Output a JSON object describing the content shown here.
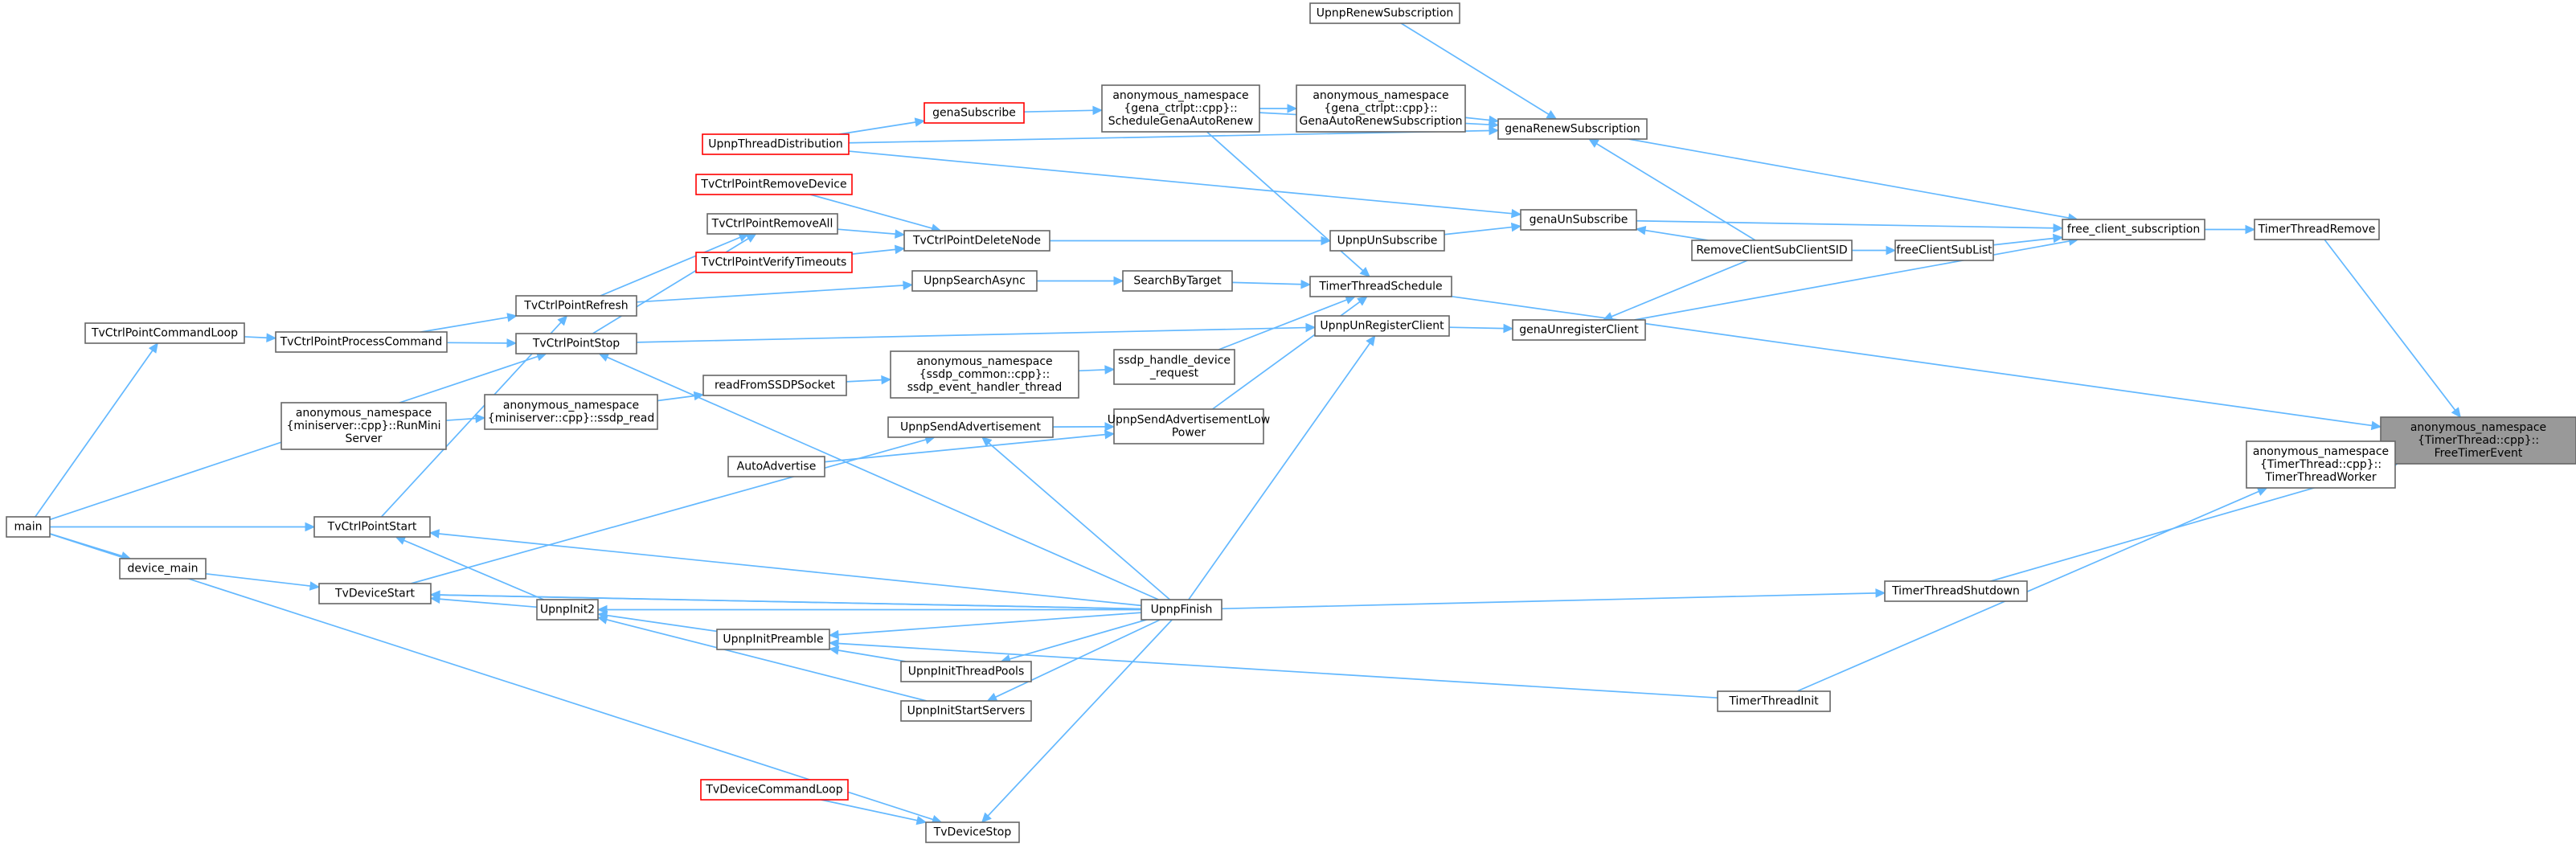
{
  "nodes": [
    {
      "id": "root",
      "lines": [
        "anonymous_namespace",
        "{TimerThread::cpp}::",
        "FreeTimerEvent"
      ],
      "style": "root"
    },
    {
      "id": "ttr",
      "lines": [
        "TimerThreadRemove"
      ]
    },
    {
      "id": "ttw",
      "lines": [
        "anonymous_namespace",
        "{TimerThread::cpp}::",
        "TimerThreadWorker"
      ]
    },
    {
      "id": "tts",
      "lines": [
        "TimerThreadShutdown"
      ]
    },
    {
      "id": "ttsched",
      "lines": [
        "TimerThreadSchedule"
      ]
    },
    {
      "id": "fcs",
      "lines": [
        "free_client_subscription"
      ]
    },
    {
      "id": "tti",
      "lines": [
        "TimerThreadInit"
      ]
    },
    {
      "id": "upfin",
      "lines": [
        "UpnpFinish"
      ]
    },
    {
      "id": "grs",
      "lines": [
        "genaRenewSubscription"
      ]
    },
    {
      "id": "gus",
      "lines": [
        "genaUnSubscribe"
      ]
    },
    {
      "id": "fcsl",
      "lines": [
        "freeClientSubList"
      ]
    },
    {
      "id": "guc",
      "lines": [
        "genaUnregisterClient"
      ]
    },
    {
      "id": "rcsc",
      "lines": [
        "RemoveClientSubClientSID"
      ]
    },
    {
      "id": "urs",
      "lines": [
        "UpnpRenewSubscription"
      ]
    },
    {
      "id": "garenew",
      "lines": [
        "anonymous_namespace",
        "{gena_ctrlpt::cpp}::",
        "GenaAutoRenewSubscription"
      ]
    },
    {
      "id": "sgar",
      "lines": [
        "anonymous_namespace",
        "{gena_ctrlpt::cpp}::",
        "ScheduleGenaAutoRenew"
      ]
    },
    {
      "id": "upd",
      "lines": [
        "UpnpThreadDistribution"
      ],
      "style": "red"
    },
    {
      "id": "gsub",
      "lines": [
        "genaSubscribe"
      ],
      "style": "red"
    },
    {
      "id": "uuns",
      "lines": [
        "UpnpUnSubscribe"
      ]
    },
    {
      "id": "uurc",
      "lines": [
        "UpnpUnRegisterClient"
      ]
    },
    {
      "id": "sbt",
      "lines": [
        "SearchByTarget"
      ]
    },
    {
      "id": "ssdpreq",
      "lines": [
        "ssdp_handle_device",
        "_request"
      ]
    },
    {
      "id": "usalp",
      "lines": [
        "UpnpSendAdvertisementLow",
        "Power"
      ]
    },
    {
      "id": "tcdn",
      "lines": [
        "TvCtrlPointDeleteNode"
      ]
    },
    {
      "id": "usa",
      "lines": [
        "UpnpSearchAsync"
      ]
    },
    {
      "id": "ssdpeh",
      "lines": [
        "anonymous_namespace",
        "{ssdp_common::cpp}::",
        "ssdp_event_handler_thread"
      ]
    },
    {
      "id": "usadv",
      "lines": [
        "UpnpSendAdvertisement"
      ]
    },
    {
      "id": "autoadv",
      "lines": [
        "AutoAdvertise"
      ]
    },
    {
      "id": "tcprd",
      "lines": [
        "TvCtrlPointRemoveDevice"
      ],
      "style": "red"
    },
    {
      "id": "tcpra",
      "lines": [
        "TvCtrlPointRemoveAll"
      ]
    },
    {
      "id": "tcpvt",
      "lines": [
        "TvCtrlPointVerifyTimeouts"
      ],
      "style": "red"
    },
    {
      "id": "rfss",
      "lines": [
        "readFromSSDPSocket"
      ]
    },
    {
      "id": "ssdpread",
      "lines": [
        "anonymous_namespace",
        "{miniserver::cpp}::ssdp_read"
      ]
    },
    {
      "id": "tcpref",
      "lines": [
        "TvCtrlPointRefresh"
      ]
    },
    {
      "id": "tcpstop",
      "lines": [
        "TvCtrlPointStop"
      ]
    },
    {
      "id": "tcppc",
      "lines": [
        "TvCtrlPointProcessCommand"
      ]
    },
    {
      "id": "tcpcl",
      "lines": [
        "TvCtrlPointCommandLoop"
      ]
    },
    {
      "id": "runmini",
      "lines": [
        "anonymous_namespace",
        "{miniserver::cpp}::RunMini",
        "Server"
      ]
    },
    {
      "id": "main",
      "lines": [
        "main"
      ]
    },
    {
      "id": "tcpstart",
      "lines": [
        "TvCtrlPointStart"
      ]
    },
    {
      "id": "devmain",
      "lines": [
        "device_main"
      ]
    },
    {
      "id": "tvds",
      "lines": [
        "TvDeviceStart"
      ]
    },
    {
      "id": "ui2",
      "lines": [
        "UpnpInit2"
      ]
    },
    {
      "id": "uip",
      "lines": [
        "UpnpInitPreamble"
      ]
    },
    {
      "id": "uitp",
      "lines": [
        "UpnpInitThreadPools"
      ]
    },
    {
      "id": "uiss",
      "lines": [
        "UpnpInitStartServers"
      ]
    },
    {
      "id": "tvdcl",
      "lines": [
        "TvDeviceCommandLoop"
      ],
      "style": "red"
    },
    {
      "id": "tvdstop",
      "lines": [
        "TvDeviceStop"
      ]
    }
  ],
  "edges": [
    [
      "ttr",
      "root"
    ],
    [
      "ttw",
      "root"
    ],
    [
      "tts",
      "root"
    ],
    [
      "ttsched",
      "root"
    ],
    [
      "fcs",
      "ttr"
    ],
    [
      "tti",
      "ttw"
    ],
    [
      "upfin",
      "tts"
    ],
    [
      "grs",
      "fcs"
    ],
    [
      "gus",
      "fcs"
    ],
    [
      "fcsl",
      "fcs"
    ],
    [
      "guc",
      "fcs"
    ],
    [
      "rcsc",
      "fcsl"
    ],
    [
      "urs",
      "grs"
    ],
    [
      "garenew",
      "grs"
    ],
    [
      "upd",
      "grs"
    ],
    [
      "sgar",
      "grs"
    ],
    [
      "rcsc",
      "grs"
    ],
    [
      "upd",
      "gus"
    ],
    [
      "rcsc",
      "gus"
    ],
    [
      "uuns",
      "gus"
    ],
    [
      "rcsc",
      "guc"
    ],
    [
      "uurc",
      "guc"
    ],
    [
      "sgar",
      "garenew"
    ],
    [
      "gsub",
      "sgar"
    ],
    [
      "upd",
      "gsub"
    ],
    [
      "tcdn",
      "uuns"
    ],
    [
      "sbt",
      "ttsched"
    ],
    [
      "ssdpreq",
      "ttsched"
    ],
    [
      "usalp",
      "ttsched"
    ],
    [
      "sgar",
      "ttsched"
    ],
    [
      "tcpstop",
      "uurc"
    ],
    [
      "upfin",
      "uurc"
    ],
    [
      "usa",
      "sbt"
    ],
    [
      "ssdpeh",
      "ssdpreq"
    ],
    [
      "usadv",
      "usalp"
    ],
    [
      "autoadv",
      "usalp"
    ],
    [
      "tcprd",
      "tcdn"
    ],
    [
      "tcpra",
      "tcdn"
    ],
    [
      "tcpvt",
      "tcdn"
    ],
    [
      "tcpref",
      "usa"
    ],
    [
      "rfss",
      "ssdpeh"
    ],
    [
      "ssdpread",
      "rfss"
    ],
    [
      "runmini",
      "ssdpread"
    ],
    [
      "tvds",
      "usadv"
    ],
    [
      "upfin",
      "usadv"
    ],
    [
      "tcpref",
      "tcpra"
    ],
    [
      "tcpstop",
      "tcpra"
    ],
    [
      "tcppc",
      "tcpref"
    ],
    [
      "tcpstart",
      "tcpref"
    ],
    [
      "tcpcl",
      "tcppc"
    ],
    [
      "tcppc",
      "tcpstop"
    ],
    [
      "main",
      "tcpstop"
    ],
    [
      "main",
      "tcpcl"
    ],
    [
      "main",
      "tcpstart"
    ],
    [
      "main",
      "devmain"
    ],
    [
      "main",
      "tvdstop"
    ],
    [
      "devmain",
      "tvds"
    ],
    [
      "upfin",
      "tcpstart"
    ],
    [
      "upfin",
      "tvds"
    ],
    [
      "upfin",
      "tcpstop"
    ],
    [
      "ui2",
      "tcpstart"
    ],
    [
      "ui2",
      "tvds"
    ],
    [
      "upfin",
      "ui2"
    ],
    [
      "upfin",
      "uip"
    ],
    [
      "upfin",
      "uitp"
    ],
    [
      "upfin",
      "uiss"
    ],
    [
      "upfin",
      "tvds"
    ],
    [
      "uip",
      "ui2"
    ],
    [
      "uitp",
      "uip"
    ],
    [
      "uiss",
      "ui2"
    ],
    [
      "tti",
      "uip"
    ],
    [
      "tvdcl",
      "tvdstop"
    ],
    [
      "upfin",
      "tvdstop"
    ]
  ]
}
